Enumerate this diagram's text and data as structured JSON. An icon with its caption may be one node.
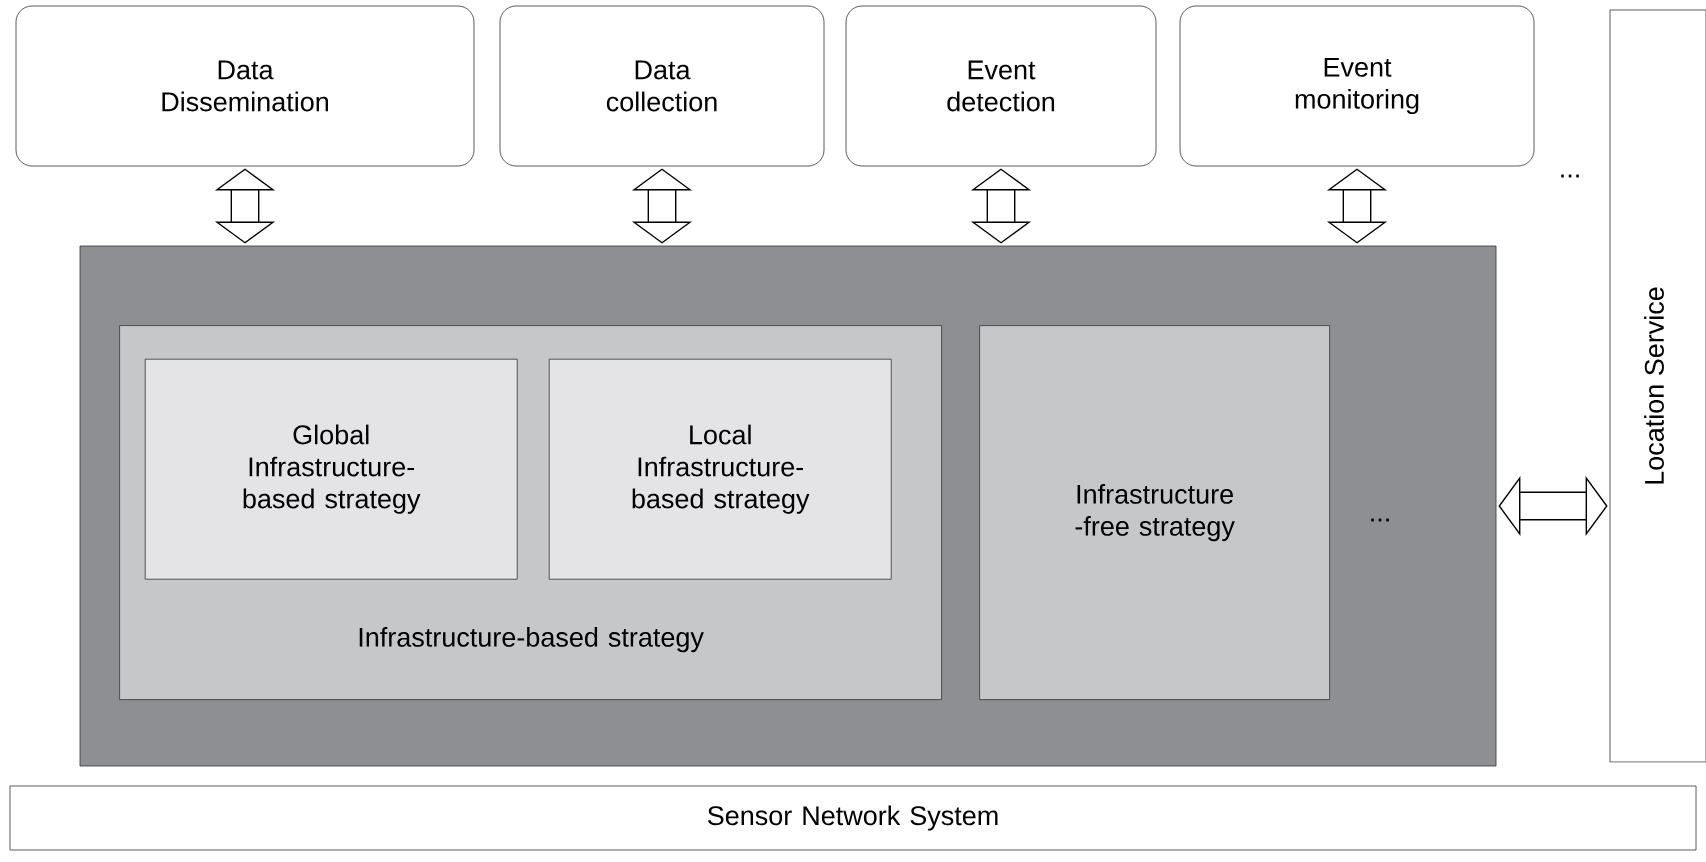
{
  "diagram": {
    "nodes": [
      {
        "text": [
          "Data Dissemination"
        ]
      },
      {
        "text": [
          "Data collection"
        ]
      },
      {
        "text": [
          "Event detection"
        ]
      },
      {
        "text": [
          "Event monitoring"
        ]
      },
      {
        "text": [
          "Location Service"
        ]
      },
      {
        "text": [],
        "shape": "box"
      },
      {
        "text": [
          "Infrastructure-based strategy"
        ],
        "in": 5
      },
      {
        "text": [
          "Global Infrastructure-based strategy"
        ],
        "in": 6
      },
      {
        "text": [
          "Local Infrastructure-based strategy"
        ],
        "in": 6
      },
      {
        "text": [
          "Infrastructure -free strategy"
        ],
        "in": 5
      },
      {
        "text": [
          "Sensor Network System"
        ]
      }
    ],
    "edges": [
      {
        "from": 0,
        "to": 5,
        "arrow": "both"
      },
      {
        "from": 1,
        "to": 5,
        "arrow": "both"
      },
      {
        "from": 2,
        "to": 5,
        "arrow": "both"
      },
      {
        "from": 3,
        "to": 5,
        "arrow": "both"
      },
      {
        "from": 5,
        "to": 4,
        "arrow": "both"
      }
    ],
    "labels": [
      "...",
      "..."
    ]
  }
}
